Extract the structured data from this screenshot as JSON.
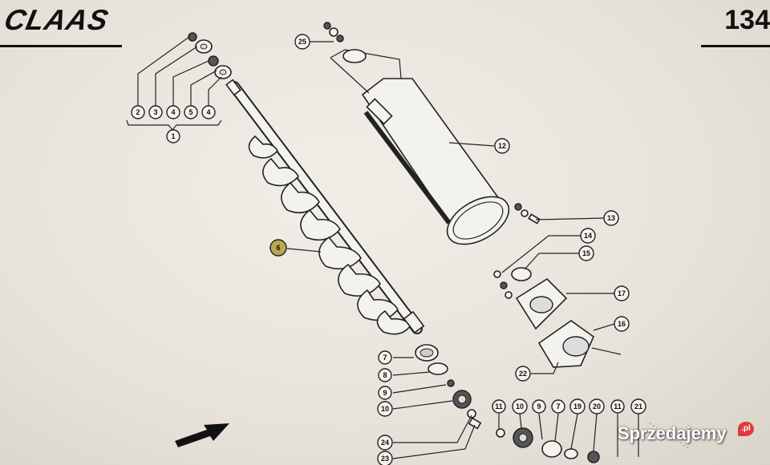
{
  "header": {
    "brand": "CLAAS",
    "page_number": "134"
  },
  "callouts": {
    "c1": "1",
    "c2": "2",
    "c3": "3",
    "c4a": "4",
    "c5": "5",
    "c4b": "4",
    "c6": "6",
    "c7a": "7",
    "c8": "8",
    "c9a": "9",
    "c10a": "10",
    "c24": "24",
    "c23": "23",
    "c25": "25",
    "c12": "12",
    "c13": "13",
    "c14": "14",
    "c15": "15",
    "c17": "17",
    "c16": "16",
    "c22": "22",
    "c11a": "11",
    "c10b": "10",
    "c9b": "9",
    "c7b": "7",
    "c19": "19",
    "c20": "20",
    "c11b": "11",
    "c21": "21"
  },
  "watermark": {
    "text": "Sprzedajemy",
    "badge": ".pl"
  },
  "colors": {
    "paper": "#ece9e2",
    "ink": "#111111",
    "highlight": "#b8a850"
  }
}
